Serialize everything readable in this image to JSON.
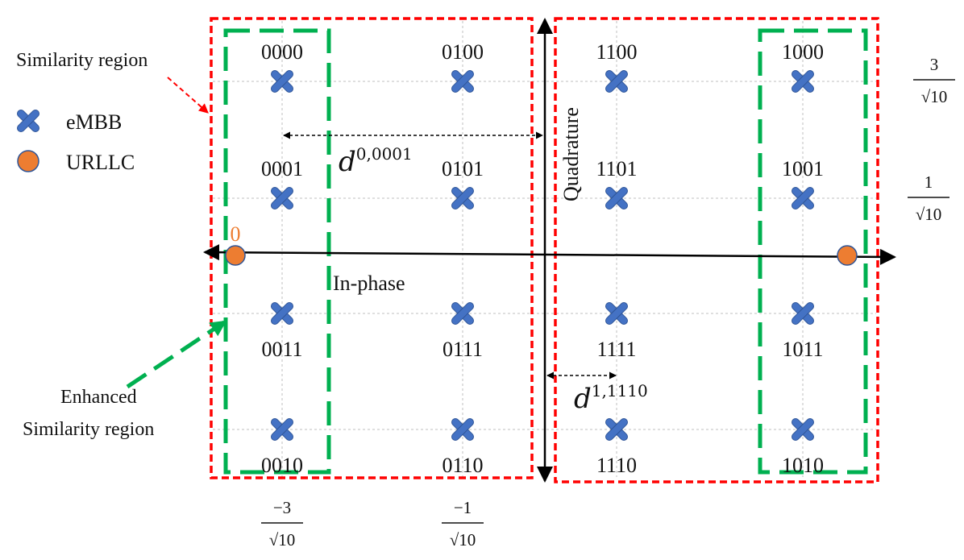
{
  "diagram": {
    "points": [
      {
        "label": "0000",
        "i": -3,
        "q": 3
      },
      {
        "label": "0100",
        "i": -1,
        "q": 3
      },
      {
        "label": "1100",
        "i": 1,
        "q": 3
      },
      {
        "label": "1000",
        "i": 3,
        "q": 3
      },
      {
        "label": "0001",
        "i": -3,
        "q": 1
      },
      {
        "label": "0101",
        "i": -1,
        "q": 1
      },
      {
        "label": "1101",
        "i": 1,
        "q": 1
      },
      {
        "label": "1001",
        "i": 3,
        "q": 1
      },
      {
        "label": "0011",
        "i": -3,
        "q": -1
      },
      {
        "label": "0111",
        "i": -1,
        "q": -1
      },
      {
        "label": "1111",
        "i": 1,
        "q": -1
      },
      {
        "label": "1011",
        "i": 3,
        "q": -1
      },
      {
        "label": "0010",
        "i": -3,
        "q": -3
      },
      {
        "label": "0110",
        "i": -1,
        "q": -3
      },
      {
        "label": "1110",
        "i": 1,
        "q": -3
      },
      {
        "label": "1010",
        "i": 3,
        "q": -3
      }
    ],
    "urllc_points": [
      {
        "label": "0",
        "i": -4.2,
        "q": 0
      },
      {
        "label": "",
        "i": 4.2,
        "q": 0
      }
    ],
    "legend": {
      "embb": "eMBB",
      "urllc": "URLLC"
    },
    "axis_in_phase": "In-phase",
    "axis_quadrature": "Quadrature",
    "ticks": {
      "x": [
        {
          "num": "−3",
          "den": "√10",
          "i": -3
        },
        {
          "num": "−1",
          "den": "√10",
          "i": -1
        }
      ],
      "y": [
        {
          "num": "3",
          "den": "√10",
          "q": 3
        },
        {
          "num": "1",
          "den": "√10",
          "q": 1
        }
      ]
    },
    "distances": [
      {
        "base": "d",
        "sup": "0,0001"
      },
      {
        "base": "d",
        "sup": "1,1110"
      }
    ],
    "similarity_region": "Similarity region",
    "enhanced_line1": "Enhanced",
    "enhanced_line2": "Similarity region",
    "colors": {
      "embb": "#4472C4",
      "urllc": "#ED7D31",
      "urllc_label": "#ED7D31",
      "similarity": "#FF0000",
      "enhanced": "#00B050",
      "axis": "#000000",
      "grid": "#BFBFBF"
    }
  }
}
